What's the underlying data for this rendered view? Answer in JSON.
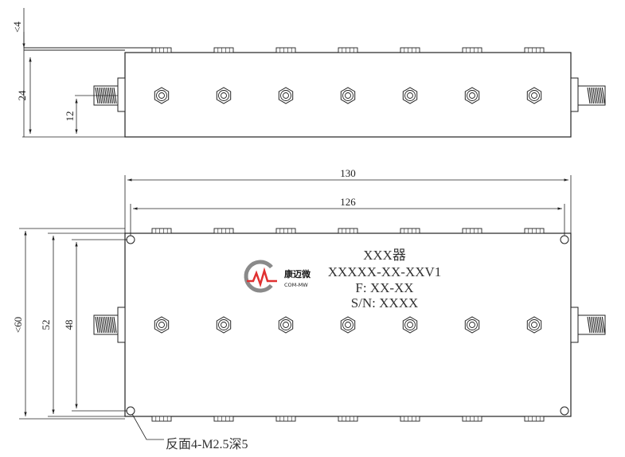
{
  "dimensions": {
    "top_height_offset": "<4",
    "top_height": "24",
    "top_connector_height": "12",
    "overall_length": "130",
    "hole_spacing_length": "126",
    "overall_width": "<60",
    "width_52": "52",
    "hole_spacing_width": "48"
  },
  "label": {
    "title": "XXX器",
    "model": "XXXXX-XX-XXV1",
    "freq": "F: XX-XX",
    "serial": "S/N: XXXX"
  },
  "logo": {
    "cn": "康迈微",
    "en": "COM-MW",
    "accent_color": "#e03030",
    "ring_color": "#8a8a8a"
  },
  "note": "反面4-M2.5深5",
  "tuning_screw_count": 7
}
